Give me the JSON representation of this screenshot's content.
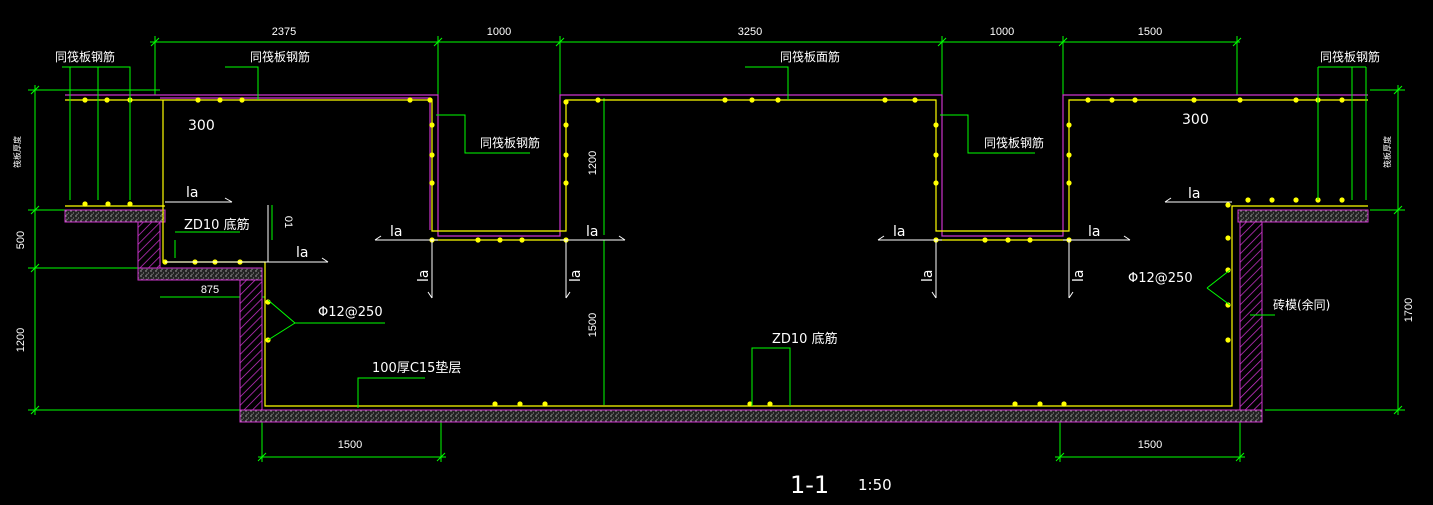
{
  "colors": {
    "background": "#000000",
    "dimension": "#00ff00",
    "rebar": "#ffff00",
    "outline": "#cc33cc",
    "text": "#ffffff"
  },
  "dims_top": [
    "2375",
    "1000",
    "3250",
    "1000",
    "1500"
  ],
  "dims_bottom": [
    "1500",
    "1500"
  ],
  "dims_left": [
    "500",
    "1200"
  ],
  "dim_right": "1700",
  "dims_inner": {
    "left_pit_depth": "1200",
    "center_depth": "1500",
    "step_width": "875",
    "step_height": "01"
  },
  "labels": {
    "slab_rebar": "同筏板钢筋",
    "slab_top_rebar": "同筏板面筋",
    "slab_thickness_left": "筏板厚度",
    "slab_thickness_right": "筏板厚度",
    "offset_left": "300",
    "offset_right": "300",
    "anchor": "la",
    "zd10_bottom": "ZD10 底筋",
    "zd10_bottom_center": "ZD10  底筋",
    "stirrup": "Φ12@250",
    "stirrup_right": "Φ12@250",
    "cushion": "100厚C15垫层",
    "brick_mold": "砖模(余同)"
  },
  "title": {
    "section": "1-1",
    "scale": "1:50"
  }
}
